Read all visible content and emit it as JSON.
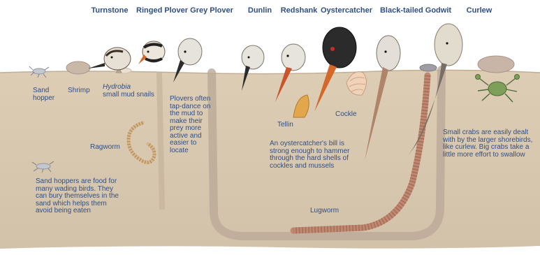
{
  "birds": [
    {
      "name": "Turnstone"
    },
    {
      "name": "Ringed Plover"
    },
    {
      "name": "Grey Plover"
    },
    {
      "name": "Dunlin"
    },
    {
      "name": "Redshank"
    },
    {
      "name": "Oystercatcher"
    },
    {
      "name": "Black-tailed Godwit"
    },
    {
      "name": "Curlew"
    }
  ],
  "labels": {
    "sand_hopper": "Sand hopper",
    "shrimp": "Shrimp",
    "hydrobia_genus": "Hydrobia",
    "hydrobia_common": "small mud snails",
    "plovers_note": "Plovers often tap-dance on the mud to make their prey more active and easier to locate",
    "ragworm": "Ragworm",
    "tellin": "Tellin",
    "cockle": "Cockle",
    "oystercatcher_note": "An oystercatcher's bill is strong enough to hammer through the hard shells of cockles and mussels",
    "crabs_note": "Small crabs are easily dealt with by the larger shorebirds, like curlew. Big crabs take a little more effort to swallow",
    "sand_hoppers_note": "Sand hoppers are food for many wading birds. They can bury themselves in the sand which helps them avoid being eaten",
    "lugworm": "Lugworm"
  },
  "colors": {
    "mud": "#d8c8b0",
    "mud_dark": "#c7b49a",
    "burrow": "#bba999",
    "text": "#2f4f86",
    "bill_orange": "#d4682a",
    "bird_head": "#e9e4da",
    "oystercatcher_head": "#2b2b2b"
  }
}
